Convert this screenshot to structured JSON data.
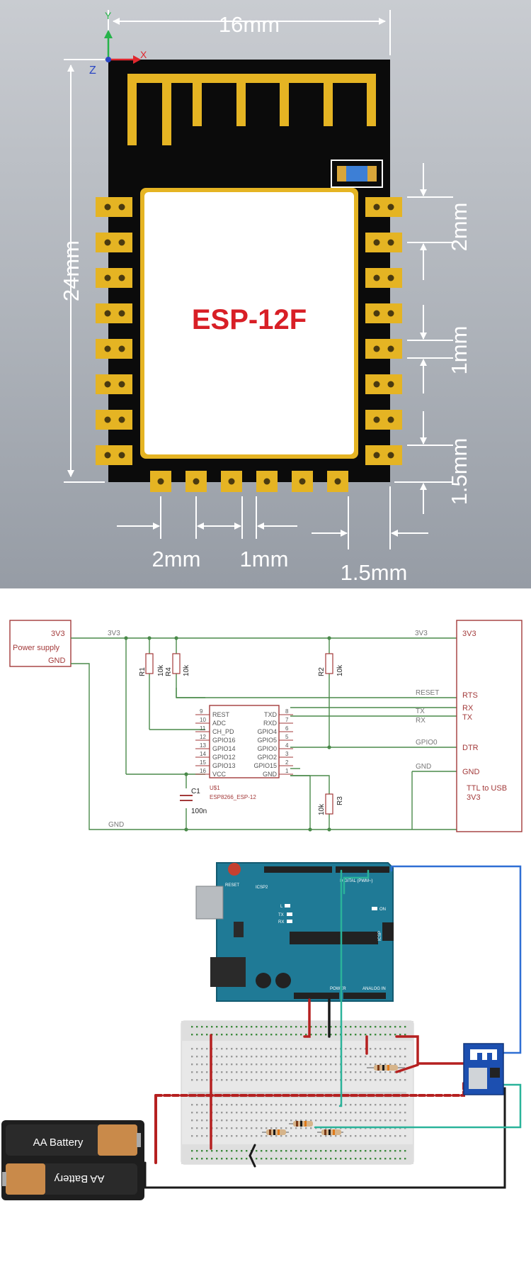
{
  "module": {
    "label": "ESP-12F",
    "width_label": "16mm",
    "height_label": "24mm",
    "pitch_side_label": "2mm",
    "pad_side_label": "1mm",
    "edge_side_label": "1.5mm",
    "pitch_bottom_label": "2mm",
    "pad_bottom_label": "1mm",
    "edge_bottom_label": "1.5mm",
    "axis_x": "X",
    "axis_y": "Y",
    "axis_z": "Z"
  },
  "schematic": {
    "power_supply": {
      "label": "Power supply",
      "pin_3v3": "3V3",
      "pin_gnd": "GND"
    },
    "net_3v3_left": "3V3",
    "net_3v3_right": "3V3",
    "net_gnd": "GND",
    "r1": {
      "name": "R1",
      "value": "10k"
    },
    "r4": {
      "name": "R4",
      "value": "10k"
    },
    "r2": {
      "name": "R2",
      "value": "10k"
    },
    "r3": {
      "name": "R3",
      "value": "10k"
    },
    "c1": {
      "name": "C1",
      "value": "100n"
    },
    "chip": {
      "ref": "U$1",
      "part": "ESP8266_ESP-12",
      "left_pins": [
        {
          "num": "9",
          "name": "REST"
        },
        {
          "num": "10",
          "name": "ADC"
        },
        {
          "num": "11",
          "name": "CH_PD"
        },
        {
          "num": "12",
          "name": "GPIO16"
        },
        {
          "num": "13",
          "name": "GPIO14"
        },
        {
          "num": "14",
          "name": "GPIO12"
        },
        {
          "num": "15",
          "name": "GPIO13"
        },
        {
          "num": "16",
          "name": "VCC"
        }
      ],
      "right_pins": [
        {
          "num": "8",
          "name": "TXD"
        },
        {
          "num": "7",
          "name": "RXD"
        },
        {
          "num": "6",
          "name": "GPIO4"
        },
        {
          "num": "5",
          "name": "GPIO5"
        },
        {
          "num": "4",
          "name": "GPIO0"
        },
        {
          "num": "3",
          "name": "GPIO2"
        },
        {
          "num": "2",
          "name": "GPIO15"
        },
        {
          "num": "1",
          "name": "GND"
        }
      ]
    },
    "nets": {
      "reset": "RESET",
      "tx": "TX",
      "rx": "RX",
      "gpio0": "GPIO0",
      "gnd": "GND"
    },
    "ttl": {
      "label": "TTL to USB",
      "pin_3v3_top": "3V3",
      "rts": "RTS",
      "rx": "RX",
      "tx": "TX",
      "dtr": "DTR",
      "gnd": "GND",
      "pin_3v3_bottom": "3V3"
    }
  },
  "wiring": {
    "battery_top": "AA Battery",
    "battery_bottom": "AA Battery",
    "arduino_reset": "RESET",
    "arduino_icsp2": "ICSP2",
    "arduino_on": "ON",
    "arduino_icsp": "ICSP",
    "arduino_digital": "DIGITAL (PWM~)",
    "arduino_power": "POWER",
    "arduino_analog": "ANALOG IN",
    "arduino_l": "L",
    "arduino_tx": "TX",
    "arduino_rx": "RX"
  }
}
